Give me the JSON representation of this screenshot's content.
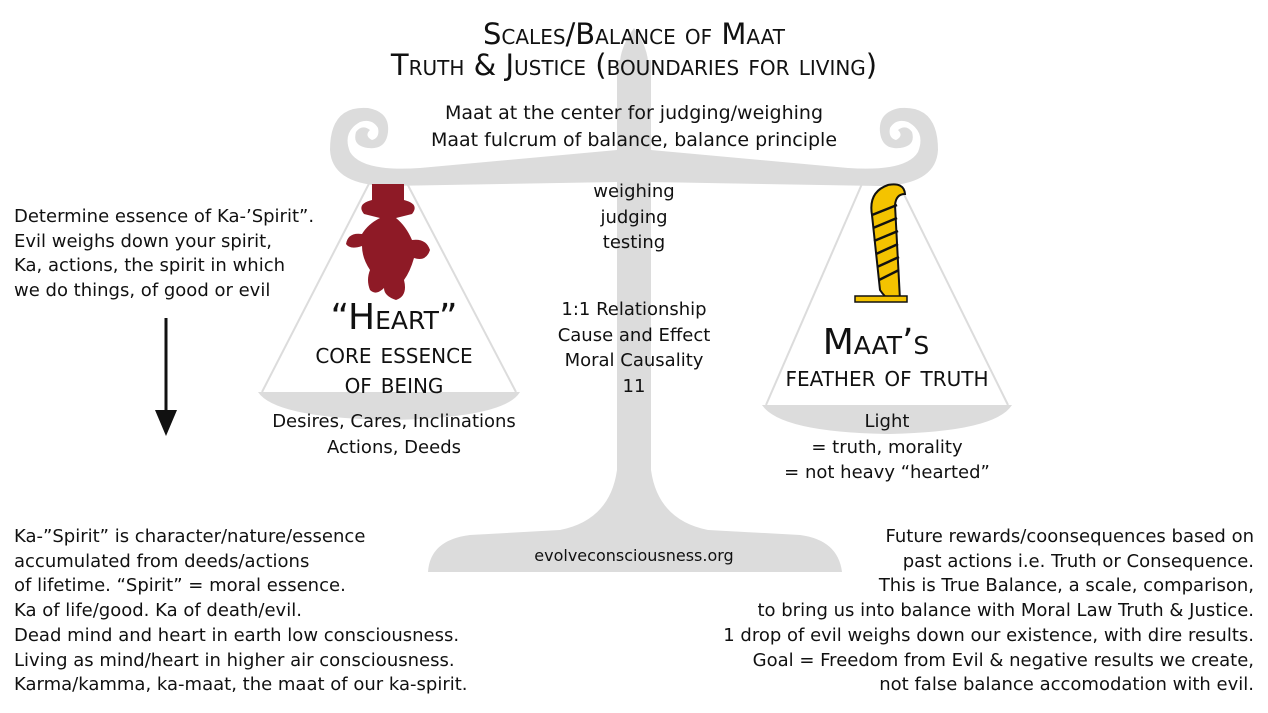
{
  "title": {
    "line1": "Scales/Balance of Maat",
    "line2": "Truth & Justice (boundaries for living)"
  },
  "subtitle": [
    "Maat at the center for judging/weighing",
    "Maat fulcrum of balance, balance principle"
  ],
  "left_note": [
    "Determine essence of Ka-’Spirit”.",
    "Evil weighs down your spirit,",
    "Ka, actions, the spirit in which",
    "we do things, of good or evil"
  ],
  "center": {
    "process": [
      "weighing",
      "judging",
      "testing"
    ],
    "relationship": [
      "1:1 Relationship",
      "Cause and Effect",
      "Moral Causality",
      "11"
    ]
  },
  "heart": {
    "heading": "“Heart”",
    "sub1": "core essence",
    "sub2": "of being",
    "desc": [
      "Desires, Cares, Inclinations",
      "Actions, Deeds"
    ]
  },
  "feather": {
    "heading": "Maat’s",
    "sub": "feather of truth",
    "desc": [
      "Light",
      "= truth, morality",
      "= not heavy “hearted”"
    ]
  },
  "website": "evolveconsciousness.org",
  "bottom_left": [
    "Ka-”Spirit” is character/nature/essence",
    "accumulated from deeds/actions",
    "of lifetime. “Spirit” = moral essence.",
    "Ka of life/good. Ka of death/evil.",
    "Dead mind and heart in earth low consciousness.",
    "Living as mind/heart in higher air consciousness.",
    "Karma/kamma, ka-maat, the maat of our ka-spirit."
  ],
  "bottom_right": [
    "Future rewards/coonsequences based on",
    "past actions i.e. Truth or Consequence.",
    "This is True Balance, a scale, comparison,",
    "to bring us into balance with Moral Law Truth & Justice.",
    "1 drop of evil weighs down our existence, with dire results.",
    "Goal = Freedom from Evil & negative results we create,",
    "not false balance accomodation with evil."
  ],
  "colors": {
    "scale": "#dcdcdc",
    "heart": "#8e1a26",
    "feather": "#f4c300"
  }
}
